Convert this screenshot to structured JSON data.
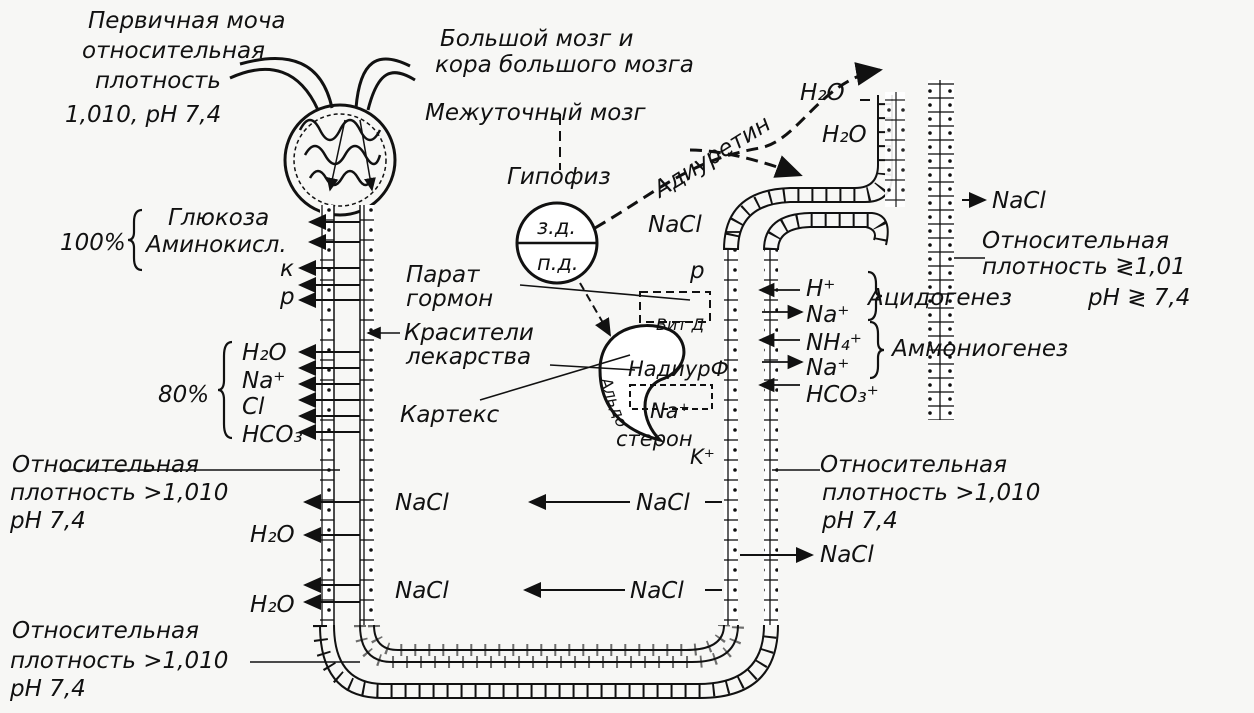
{
  "labels": {
    "primary_urine": "Первичная моча",
    "rel_density": "относительная",
    "density_word": "плотность",
    "pr_value": "1,010, pH 7,4",
    "glucose": "Глюкоза",
    "aminoacids": "Аминокисл.",
    "pct100": "100%",
    "k_small": "к",
    "p_small": "р",
    "dyes": "Красители",
    "drugs": "лекарства",
    "h2o": "H₂O",
    "na_plus": "Na⁺",
    "cl": "Cl",
    "hco3": "HCO₃",
    "pct80": "80%",
    "rel_density_cap": "Относительная",
    "density_gt": "плотность >1,010",
    "ph74": "pH 7,4",
    "nacl": "NaCl",
    "cerebrum1": "Большой мозг и",
    "cerebrum2": "кора большого мозга",
    "diencephalon": "Межуточный мозг",
    "hypophysis": "Гипофиз",
    "ant_lobe": "з.д.",
    "post_lobe": "п.д.",
    "adiuretin": "Адиуретин",
    "parathormone1": "Парат",
    "parathormone2": "гормон",
    "cortex": "Картекс",
    "vitd": "Вит Д",
    "nadiur": "НадиурФ",
    "aldosterone1": "Альдо",
    "aldosterone2": "стерон",
    "na_small": "Na⁺",
    "k_plus": "K⁺",
    "p_right": "р",
    "h_plus": "H⁺",
    "nh4": "NH₄⁺",
    "hco3_plus": "HCO₃⁺",
    "acidogenesis": "Ацидогенез",
    "ammoniogenesis": "Аммониогенез",
    "ph_ge": "pH ≷ 7,4",
    "collect_density": "плотность ≷1,01"
  }
}
